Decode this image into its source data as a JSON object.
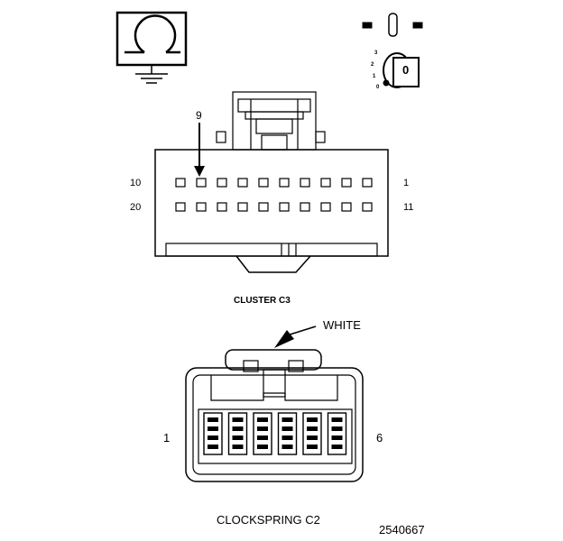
{
  "cluster": {
    "callout_pin": "9",
    "pin_top_left": "10",
    "pin_top_right": "1",
    "pin_bottom_left": "20",
    "pin_bottom_right": "11",
    "caption": "CLUSTER C3"
  },
  "clockspring": {
    "color_callout": "WHITE",
    "pin_left": "1",
    "pin_right": "6",
    "caption": "CLOCKSPRING C2"
  },
  "ignition_switch": {
    "positions": [
      "3",
      "2",
      "1",
      "0"
    ],
    "key_label": "0"
  },
  "figure_number": "2540667"
}
